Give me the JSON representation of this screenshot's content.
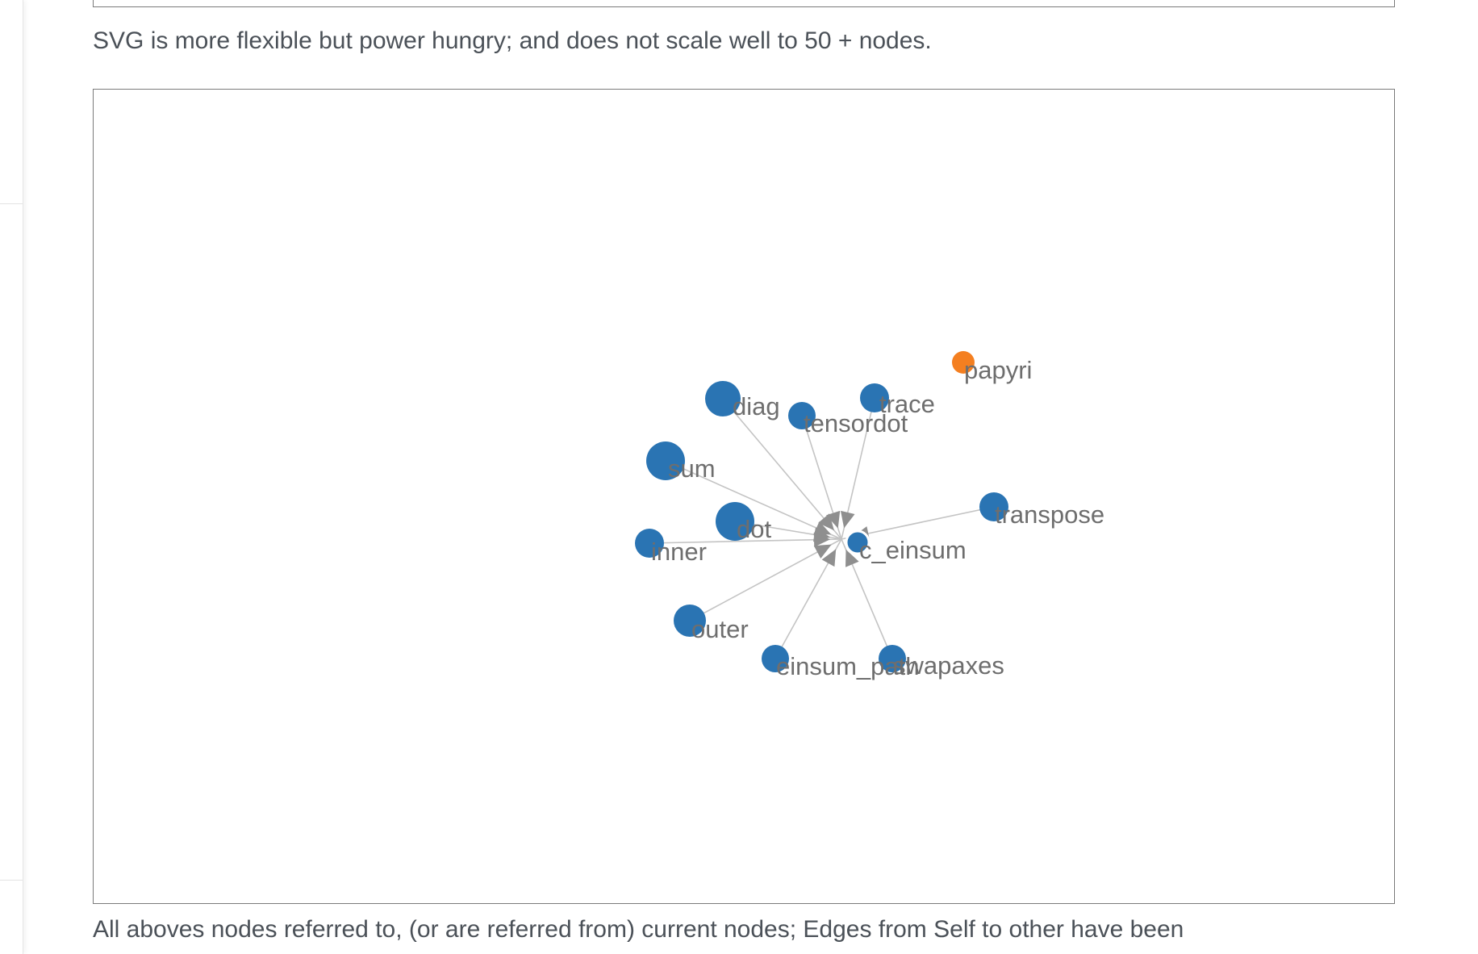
{
  "text": {
    "note_top": "SVG is more flexible but power hungry; and does not scale well to 50 + nodes.",
    "note_bottom": "All aboves nodes referred to, (or are referred from) current nodes; Edges from Self to other have been"
  },
  "graph": {
    "colors": {
      "node": "#2a74b3",
      "self_node": "#f47f20",
      "edge": "#c4c4c4",
      "arrow": "#8f8f8f",
      "label": "#6e6e6e"
    },
    "center": "c_einsum",
    "nodes": [
      {
        "id": "diag",
        "label": "diag",
        "color": "#2a74b3"
      },
      {
        "id": "tensordot",
        "label": "tensordot",
        "color": "#2a74b3"
      },
      {
        "id": "trace",
        "label": "trace",
        "color": "#2a74b3"
      },
      {
        "id": "papyri",
        "label": "papyri",
        "color": "#f47f20"
      },
      {
        "id": "sum",
        "label": "sum",
        "color": "#2a74b3"
      },
      {
        "id": "transpose",
        "label": "transpose",
        "color": "#2a74b3"
      },
      {
        "id": "dot",
        "label": "dot",
        "color": "#2a74b3"
      },
      {
        "id": "inner",
        "label": "inner",
        "color": "#2a74b3"
      },
      {
        "id": "c_einsum",
        "label": "c_einsum",
        "color": "#2a74b3"
      },
      {
        "id": "outer",
        "label": "outer",
        "color": "#2a74b3"
      },
      {
        "id": "einsum_path",
        "label": "einsum_path",
        "color": "#2a74b3"
      },
      {
        "id": "swapaxes",
        "label": "swapaxes",
        "color": "#2a74b3"
      }
    ],
    "edges": [
      {
        "source": "diag",
        "target": "c_einsum"
      },
      {
        "source": "tensordot",
        "target": "c_einsum"
      },
      {
        "source": "trace",
        "target": "c_einsum"
      },
      {
        "source": "sum",
        "target": "c_einsum"
      },
      {
        "source": "transpose",
        "target": "c_einsum"
      },
      {
        "source": "dot",
        "target": "c_einsum"
      },
      {
        "source": "inner",
        "target": "c_einsum"
      },
      {
        "source": "outer",
        "target": "c_einsum"
      },
      {
        "source": "einsum_path",
        "target": "c_einsum"
      },
      {
        "source": "swapaxes",
        "target": "c_einsum"
      }
    ]
  }
}
